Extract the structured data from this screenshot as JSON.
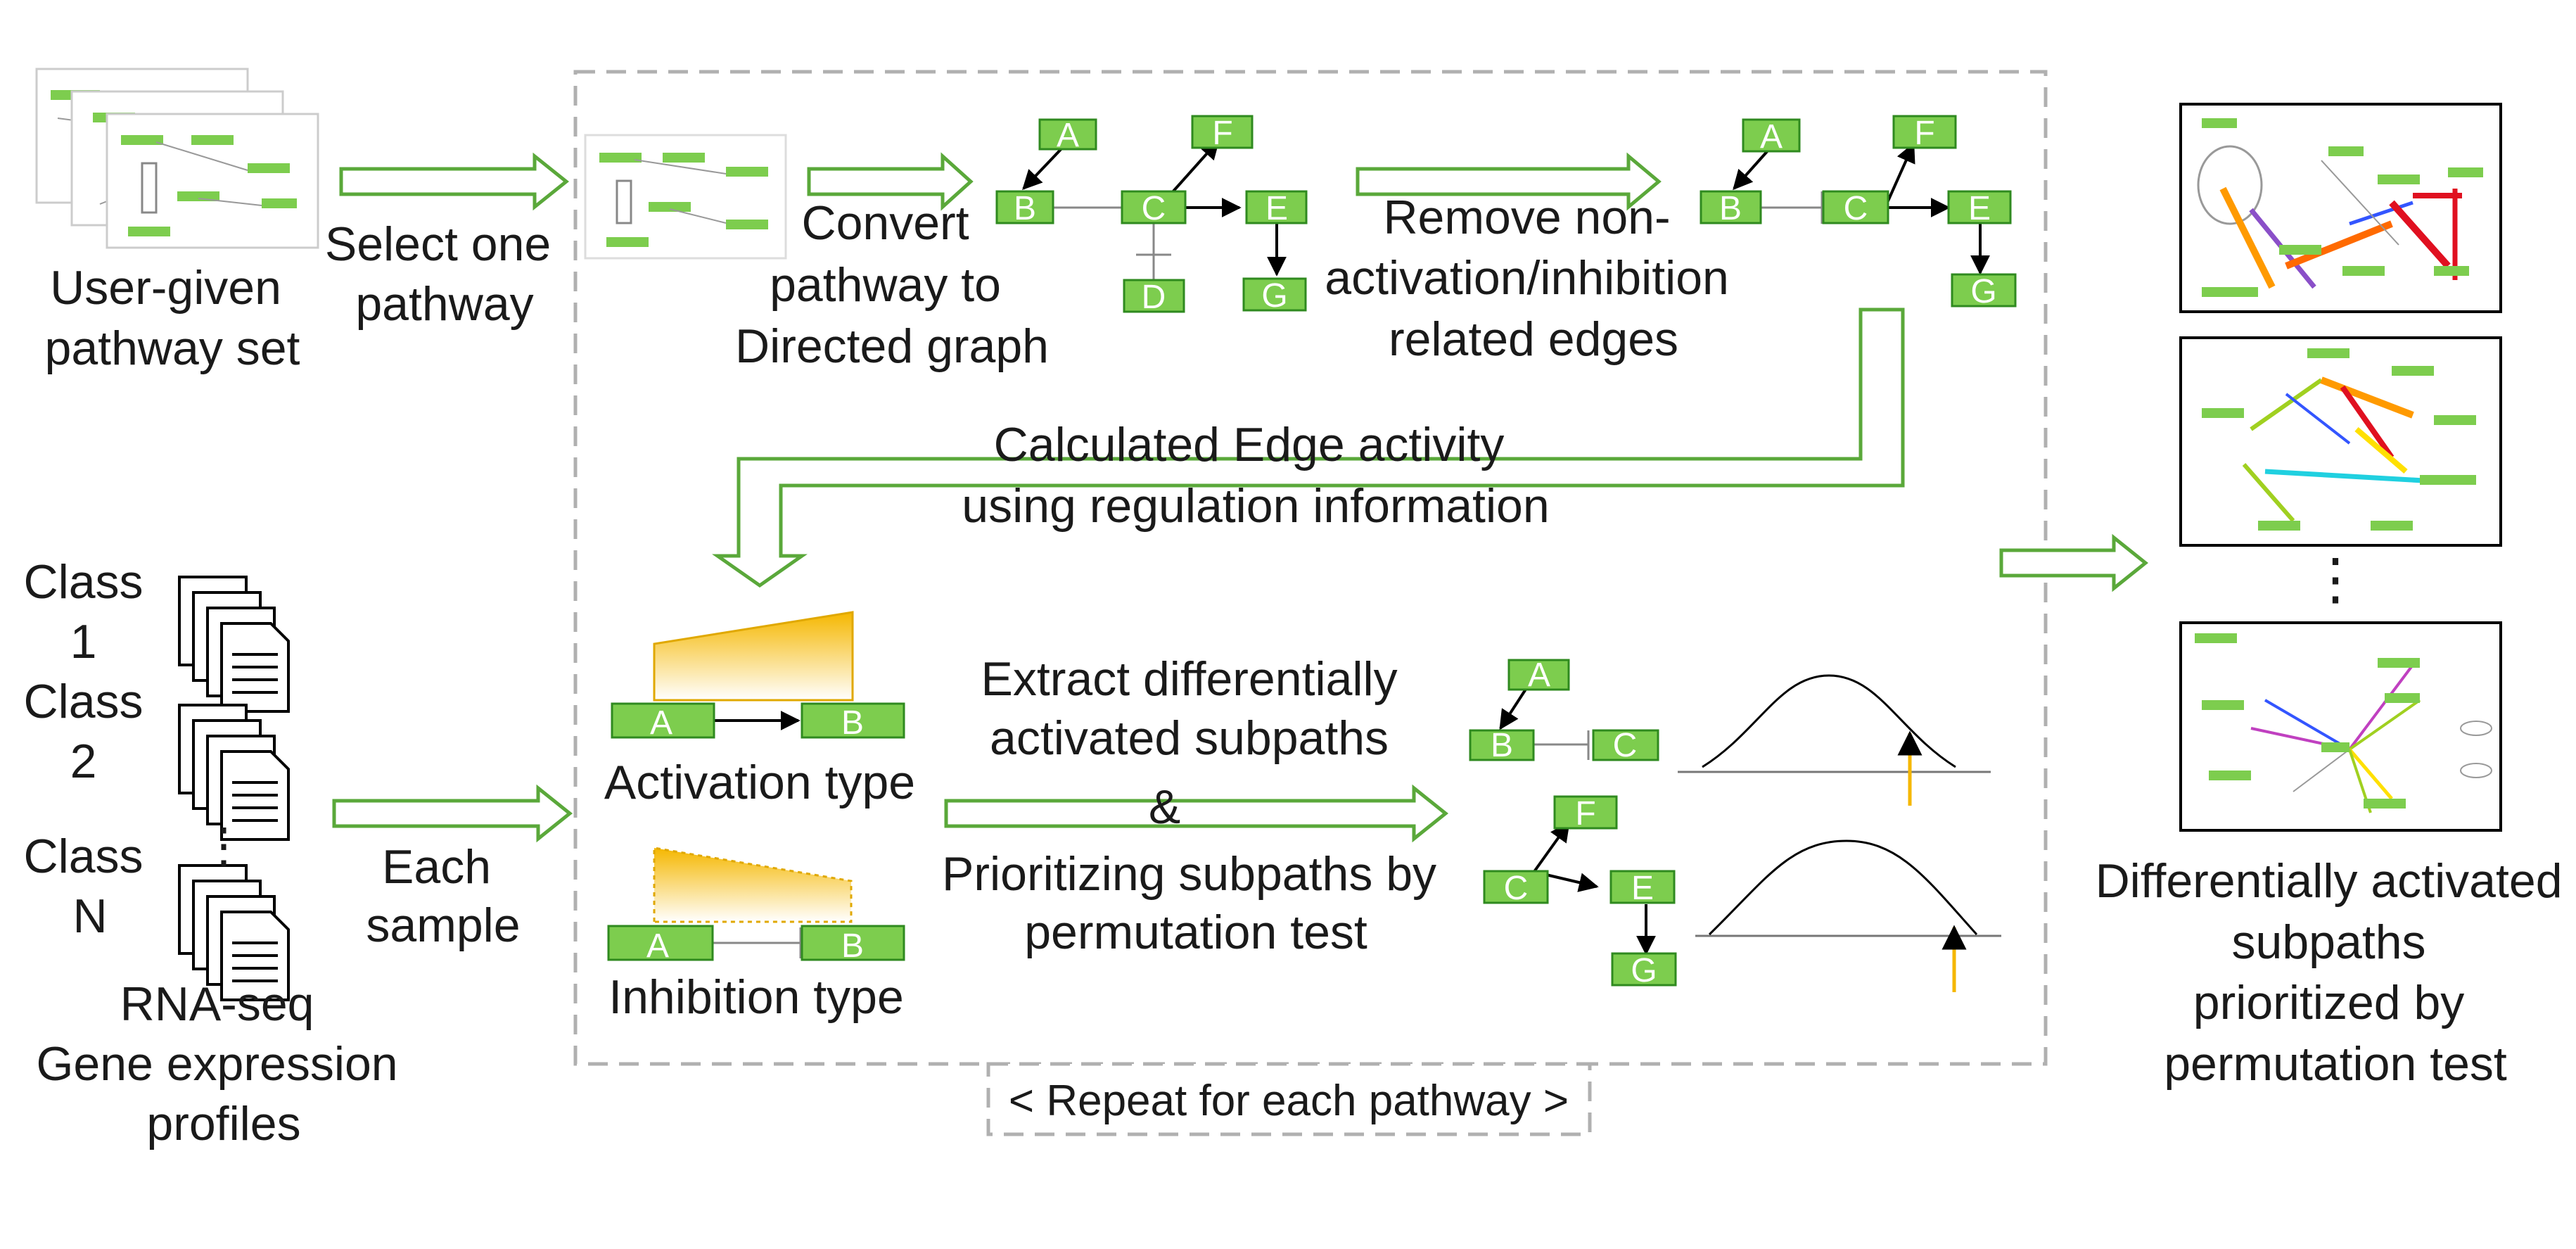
{
  "colors": {
    "accent_green": "#7dcd4e",
    "node_stroke": "#2f8a1f",
    "arrow_outline": "#5aa83a",
    "triangle_fill": "#f5b700",
    "dashed_border": "#b0b0b0"
  },
  "inputs": {
    "pathway_set_label": [
      "User-given",
      "pathway set"
    ],
    "select_one_label": [
      "Select one",
      "pathway"
    ],
    "classes": [
      "Class",
      "1",
      "Class",
      "2",
      "Class",
      "N"
    ],
    "rnaseq_label": [
      "RNA-seq",
      "Gene expression",
      "profiles"
    ],
    "each_sample_label": [
      "Each",
      "sample"
    ]
  },
  "steps": {
    "convert_label": [
      "Convert",
      "pathway to",
      "Directed graph"
    ],
    "remove_label": [
      "Remove non-",
      "activation/inhibition",
      "related edges"
    ],
    "edge_activity_label": [
      "Calculated Edge activity",
      "using regulation information"
    ],
    "activation_label": "Activation type",
    "inhibition_label": "Inhibition type",
    "extract_label": [
      "Extract differentially",
      "activated subpaths",
      "&",
      "Prioritizing subpaths by",
      "permutation test"
    ],
    "repeat_label": "< Repeat for each pathway >"
  },
  "graph_nodes": {
    "a": "A",
    "b": "B",
    "c": "C",
    "d": "D",
    "e": "E",
    "f": "F",
    "g": "G"
  },
  "output": {
    "ellipsis": "⋮",
    "result_label": [
      "Differentially activated",
      "subpaths",
      "prioritized by",
      "permutation test"
    ]
  }
}
